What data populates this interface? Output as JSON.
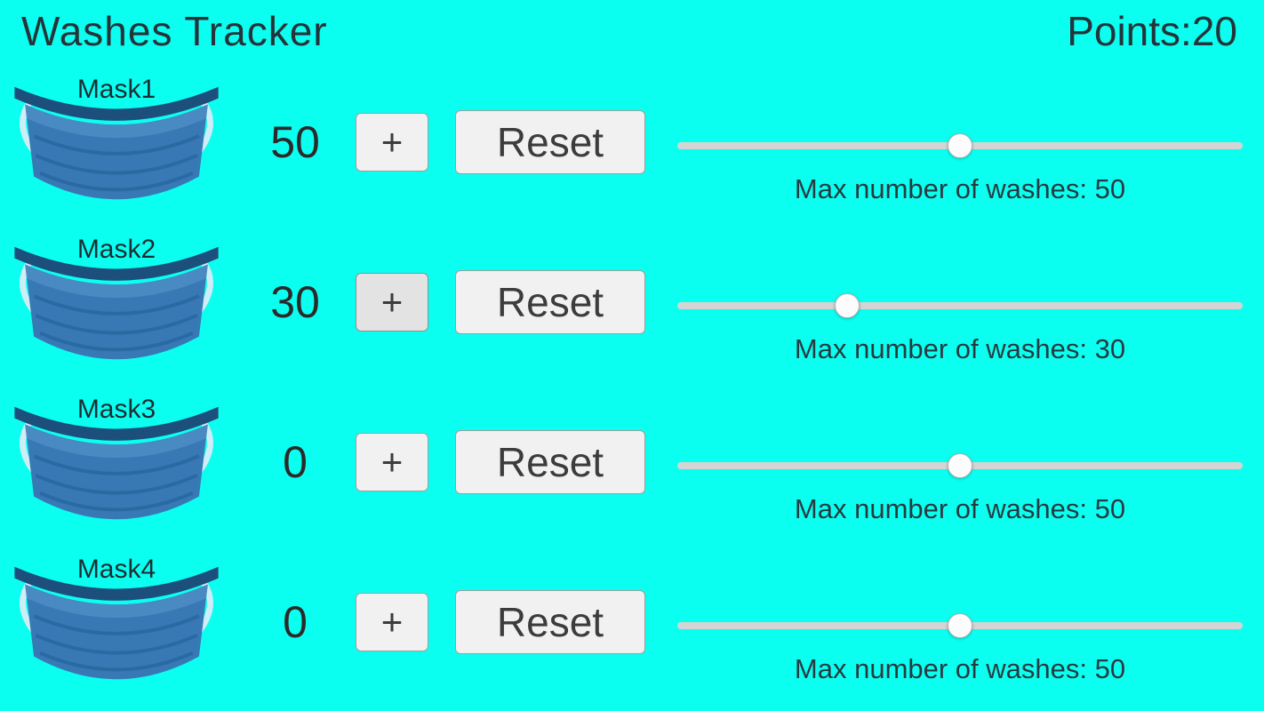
{
  "header": {
    "title": "Washes Tracker",
    "points_label": "Points:",
    "points_value": "20"
  },
  "controls": {
    "plus_label": "+",
    "reset_label": "Reset"
  },
  "colors": {
    "background": "#0bfff0",
    "mask_body": "#3879b5",
    "mask_band": "#1d4f7c",
    "button_bg": "#f1f1f1",
    "slider_track": "#d4d4d4",
    "text": "#24343a"
  },
  "rows": [
    {
      "label": "Mask1",
      "count": "50",
      "plus_active": false,
      "slider": {
        "value": 50,
        "max": 100
      },
      "max_label": "Max number of washes: 50"
    },
    {
      "label": "Mask2",
      "count": "30",
      "plus_active": true,
      "slider": {
        "value": 30,
        "max": 100
      },
      "max_label": "Max number of washes: 30"
    },
    {
      "label": "Mask3",
      "count": "0",
      "plus_active": false,
      "slider": {
        "value": 50,
        "max": 100
      },
      "max_label": "Max number of washes: 50"
    },
    {
      "label": "Mask4",
      "count": "0",
      "plus_active": false,
      "slider": {
        "value": 50,
        "max": 100
      },
      "max_label": "Max number of washes: 50"
    }
  ]
}
